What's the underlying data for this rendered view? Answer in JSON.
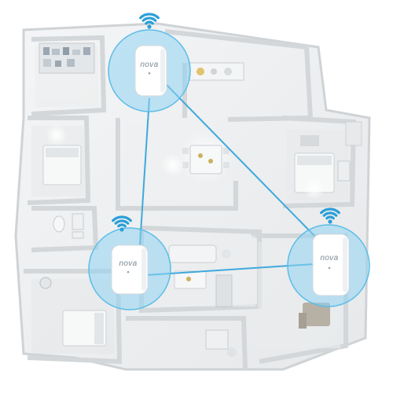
{
  "brand": {
    "device_label": "nova"
  },
  "colors": {
    "link_line": "#3fa9dc",
    "coverage_fill": "#8fd3f2",
    "coverage_stroke": "#5cbde8",
    "wifi_icon": "#2a9fd8",
    "wall": "#d9dde0",
    "floor": "#f1f2f3",
    "room_floor": "#e9eaeb"
  },
  "nodes": [
    {
      "id": "top",
      "label": "nova",
      "icon": "wifi-icon"
    },
    {
      "id": "left",
      "label": "nova",
      "icon": "wifi-icon"
    },
    {
      "id": "right",
      "label": "nova",
      "icon": "wifi-icon"
    }
  ],
  "links": [
    {
      "from": "top",
      "to": "left"
    },
    {
      "from": "top",
      "to": "right"
    },
    {
      "from": "left",
      "to": "right"
    }
  ]
}
